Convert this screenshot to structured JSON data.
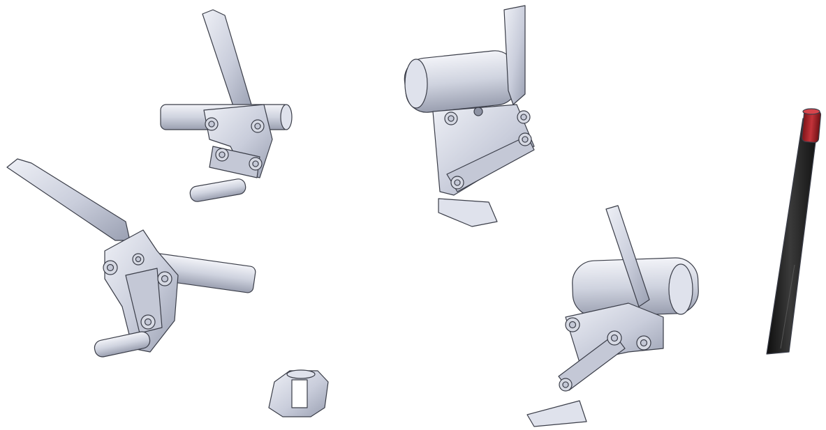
{
  "scene": {
    "background": "#ffffff",
    "metal_light": "#dfe2ec",
    "metal_mid": "#c4c8d6",
    "metal_dark": "#8e93a4",
    "outline": "#3a3d48",
    "bolt_color": "#d6d9e3",
    "rod_black": "#1c1c1c",
    "rod_cap_red": "#b3242a",
    "objects": [
      {
        "name": "toggle-clamp-upper-left",
        "kind": "horizontal toggle clamp"
      },
      {
        "name": "toggle-clamp-lower-left",
        "kind": "horizontal toggle clamp"
      },
      {
        "name": "toggle-clamp-upper-center",
        "kind": "vertical toggle clamp with tube"
      },
      {
        "name": "toggle-clamp-lower-right",
        "kind": "vertical toggle clamp with tube"
      },
      {
        "name": "clamp-bushing",
        "kind": "split bushing"
      },
      {
        "name": "black-rod",
        "kind": "rod with red cap"
      }
    ]
  }
}
